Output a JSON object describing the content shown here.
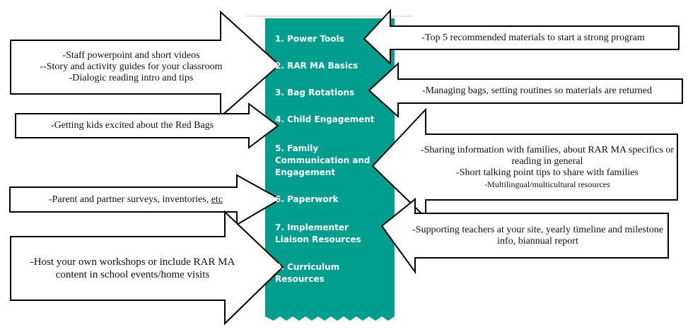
{
  "menu": {
    "items": [
      {
        "label": "1. Power Tools"
      },
      {
        "label": "2. RAR MA Basics"
      },
      {
        "label": "3. Bag Rotations"
      },
      {
        "label": "4. Child Engagement"
      },
      {
        "label": "5. Family Communication and Engagement"
      },
      {
        "label": "6. Paperwork"
      },
      {
        "label": "7. Implementer Liaison Resources"
      },
      {
        "label": "8. Curriculum Resources"
      }
    ]
  },
  "callouts": {
    "power_tools": "-Top 5 recommended materials to start a strong program",
    "rar_basics": [
      "-Staff powerpoint and short videos",
      "--Story and activity guides for your classroom",
      "-Dialogic reading intro and tips"
    ],
    "bag_rotations": "-Managing bags, setting routines so materials are returned",
    "child_engagement": "-Getting kids excited about the Red Bags",
    "family": [
      "-Sharing information with families, about RAR MA specifics or reading in general",
      "-Short talking point tips to share with families"
    ],
    "family_small": "-Multilingual/multicultural resources",
    "paperwork_main": "-Parent and partner surveys, inventories,",
    "paperwork_etc": "etc",
    "liaison": "-Supporting teachers at your site, yearly timeline and milestone info, biannual report",
    "curriculum": "-Host your own workshops or include RAR MA content in school events/home visits"
  },
  "colors": {
    "panel": "#009e8e",
    "menu_text": "#ffffff",
    "arrow_fill": "#ffffff",
    "arrow_stroke": "#000000"
  }
}
